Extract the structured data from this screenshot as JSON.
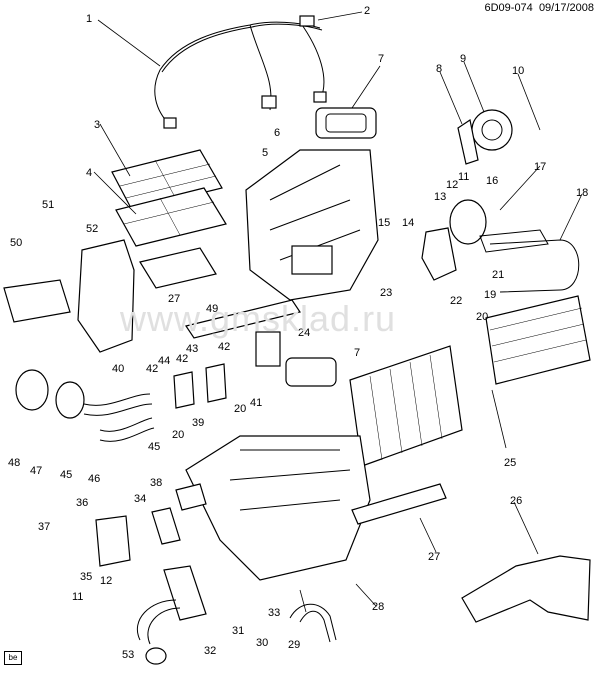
{
  "header": {
    "doc_id": "6D09-074",
    "date": "09/17/2008"
  },
  "watermark": "www.gmsklad.ru",
  "tag": "be",
  "callouts": [
    "1",
    "2",
    "3",
    "4",
    "5",
    "6",
    "7",
    "7",
    "8",
    "9",
    "10",
    "11",
    "11",
    "12",
    "12",
    "13",
    "14",
    "15",
    "16",
    "17",
    "18",
    "19",
    "20",
    "20",
    "20",
    "21",
    "22",
    "23",
    "24",
    "25",
    "26",
    "27",
    "27",
    "28",
    "29",
    "30",
    "31",
    "32",
    "33",
    "34",
    "35",
    "36",
    "37",
    "38",
    "39",
    "40",
    "41",
    "42",
    "42",
    "42",
    "43",
    "44",
    "45",
    "45",
    "46",
    "47",
    "48",
    "49",
    "50",
    "51",
    "52",
    "53"
  ]
}
